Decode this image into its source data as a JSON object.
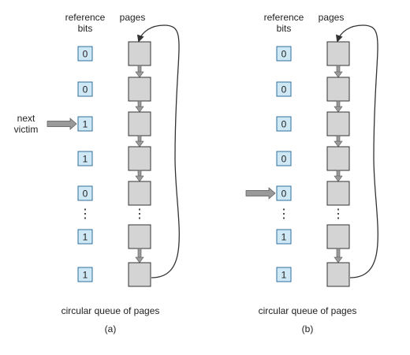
{
  "colors": {
    "bit_fill": "#cfe8f5",
    "bit_stroke": "#2d6f9c",
    "page_fill": "#d4d4d4",
    "page_stroke": "#333333",
    "arrow_fill": "#9a9a9a",
    "line": "#333333"
  },
  "panels": [
    {
      "label": "(a)",
      "header_bits_line1": "reference",
      "header_bits_line2": "bits",
      "header_pages": "pages",
      "caption": "circular queue of pages",
      "pointer_label_line1": "next",
      "pointer_label_line2": "victim",
      "pointer_row": 2,
      "bits": [
        "0",
        "0",
        "1",
        "1",
        "0",
        "1",
        "1"
      ]
    },
    {
      "label": "(b)",
      "header_bits_line1": "reference",
      "header_bits_line2": "bits",
      "header_pages": "pages",
      "caption": "circular queue of pages",
      "pointer_label_line1": "",
      "pointer_label_line2": "",
      "pointer_row": 4,
      "bits": [
        "0",
        "0",
        "0",
        "0",
        "0",
        "1",
        "1"
      ]
    }
  ],
  "ellipsis": "⋮"
}
